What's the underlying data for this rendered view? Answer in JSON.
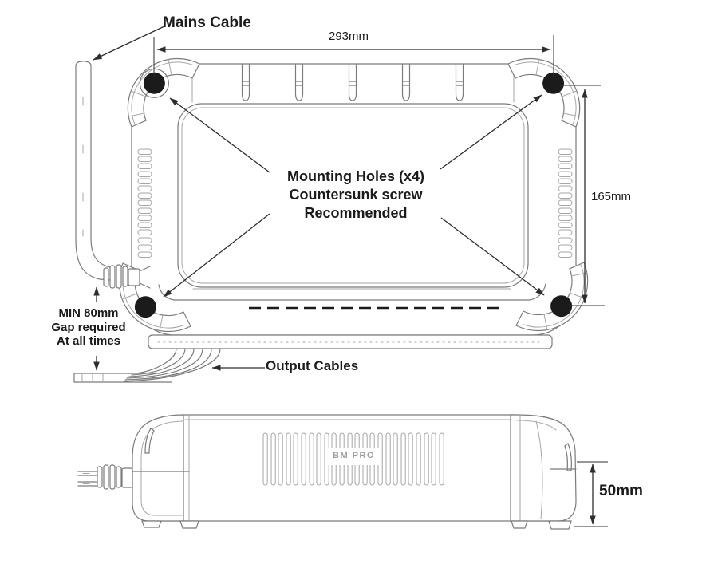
{
  "labels": {
    "mains_cable": "Mains Cable",
    "mounting_note": [
      "Mounting Holes (x4)",
      "Countersunk screw",
      "Recommended"
    ],
    "gap_note": [
      "MIN 80mm",
      "Gap required",
      "At all times"
    ],
    "output_cables": "Output Cables",
    "brand": "BM PRO"
  },
  "dimensions": {
    "top_width": "293mm",
    "top_height": "165mm",
    "side_height": "50mm"
  },
  "colors": {
    "line": "#7b7b7b",
    "line_light": "#a6a6a6",
    "dark": "#1b1b1b",
    "dim": "#2e2e2e",
    "brand": "#9c9c9c",
    "bg": "#ffffff"
  }
}
